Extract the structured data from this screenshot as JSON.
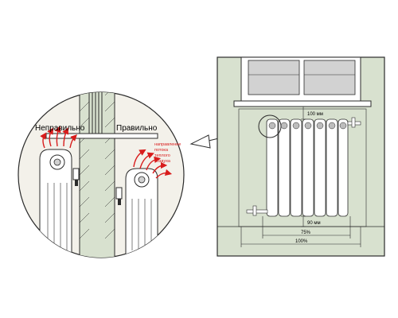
{
  "detail": {
    "wrong_label": "Неправильно",
    "right_label": "Правильно",
    "airflow_lines": [
      "направление",
      "потока",
      "теплого",
      "воздуха"
    ]
  },
  "wall_view": {
    "dim_top": "100 мм",
    "dim_bottom": "90 мм",
    "dim_width_radiator": "75%",
    "dim_width_window": "100%"
  },
  "colors": {
    "wall_green": "#d8e1cf",
    "outline": "#2b2b2b",
    "airflow_red": "#d81c1c",
    "radiator_white": "#ffffff",
    "glass_grey": "#d2d2d2",
    "detail_bg": "#f3f1ea"
  }
}
